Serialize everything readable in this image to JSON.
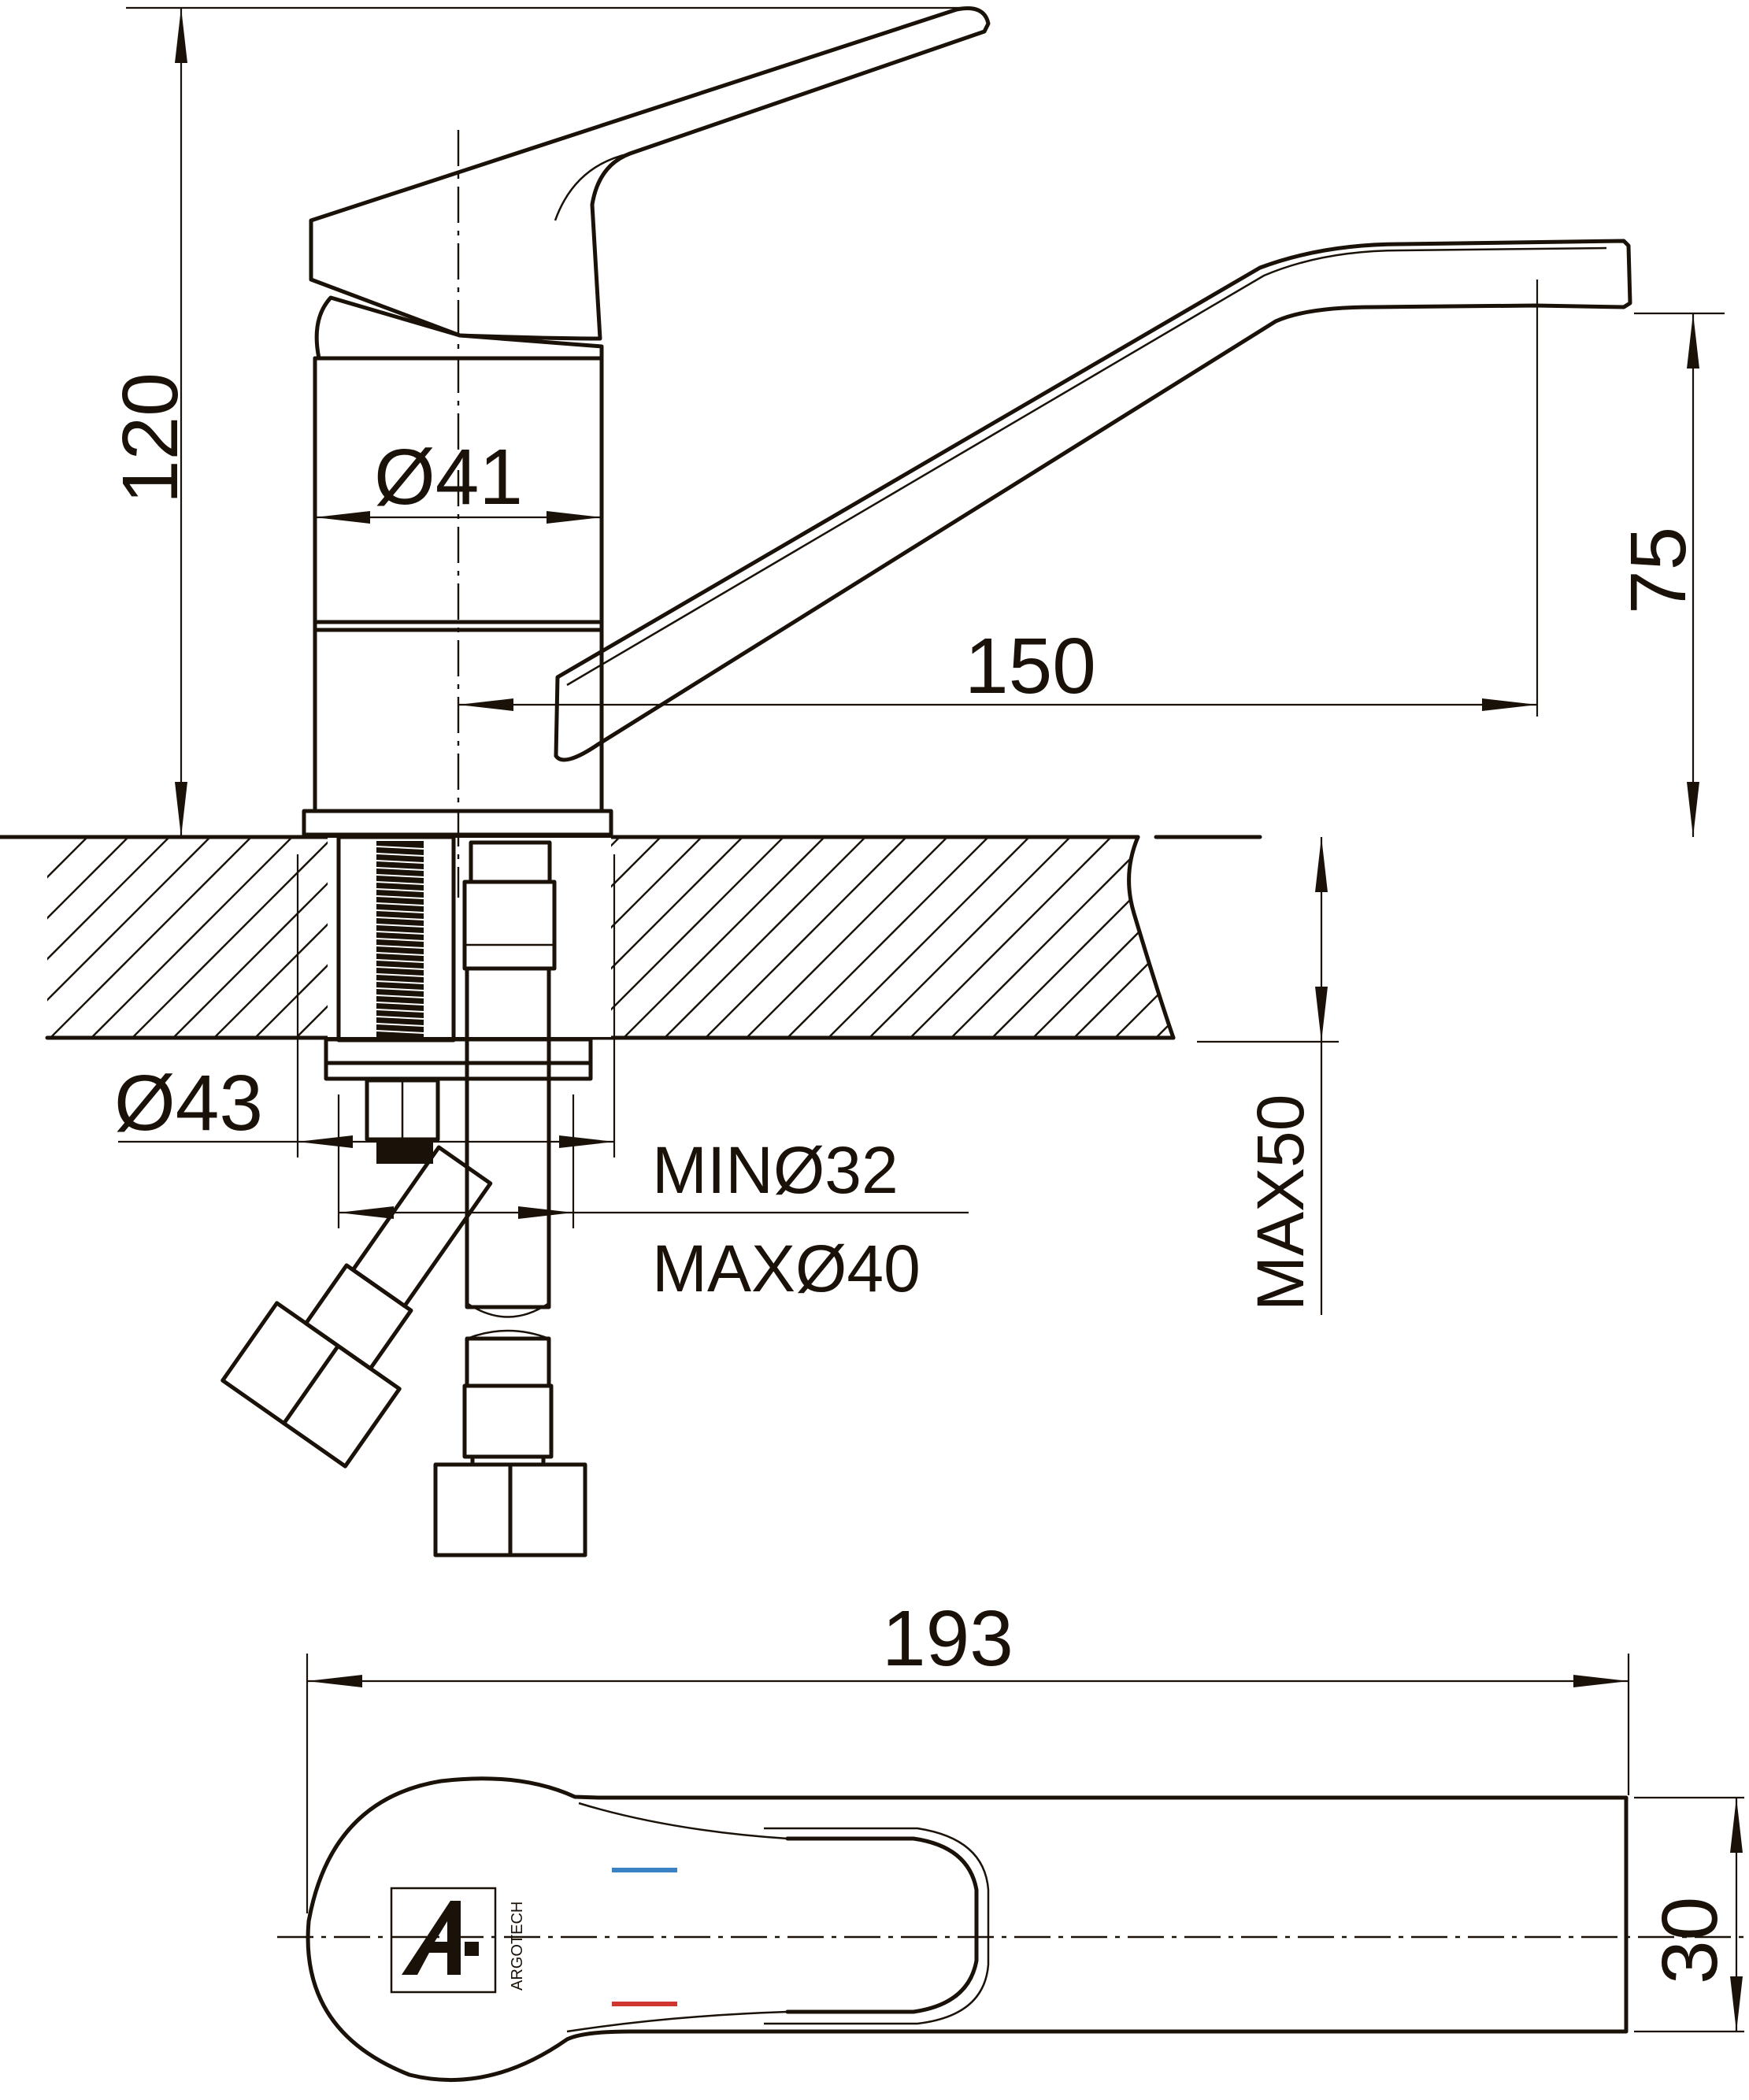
{
  "dimensions": {
    "height_total": "120",
    "body_diameter": "Ø41",
    "spout_reach": "150",
    "spout_height": "75",
    "mount_diameter": "Ø43",
    "hole_min": "MINØ32",
    "hole_max": "MAXØ40",
    "counter_thickness": "MAX50",
    "total_length": "193",
    "spout_width": "30"
  },
  "logo": {
    "brand": "ARGOTECH"
  },
  "colors": {
    "line": "#1a1209",
    "cold_mark": "#3b82c4",
    "hot_mark": "#d0352f"
  }
}
